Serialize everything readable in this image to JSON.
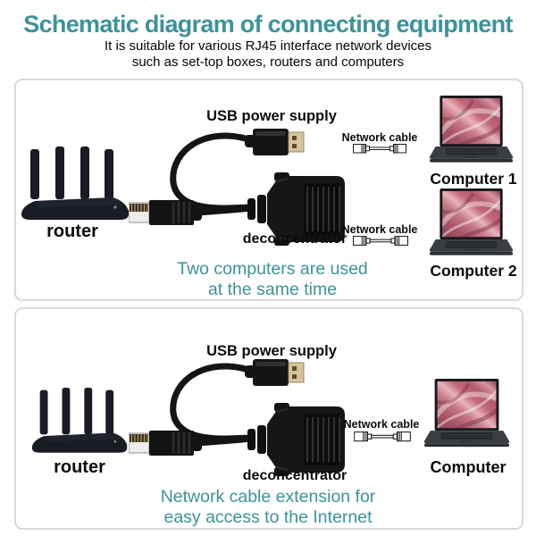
{
  "colors": {
    "accent_teal": "#3d929a",
    "text": "#111111",
    "panel_border": "#d9d9d9"
  },
  "header": {
    "title": "Schematic diagram of connecting equipment",
    "subtitle_line1": "It is suitable for various RJ45 interface network devices",
    "subtitle_line2": "such as set-top boxes, routers and computers"
  },
  "panel_two_computers": {
    "router_label": "router",
    "usb_label": "USB power supply",
    "deconcentrator_label": "deconcentrator",
    "network_cable_label_top": "Network cable",
    "network_cable_label_bottom": "Network cable",
    "computer1_label": "Computer 1",
    "computer2_label": "Computer 2",
    "caption_line1": "Two computers are used",
    "caption_line2": "at the same time"
  },
  "panel_one_computer": {
    "router_label": "router",
    "usb_label": "USB power supply",
    "deconcentrator_label": "deconcentrator",
    "network_cable_label": "Network cable",
    "computer_label": "Computer",
    "caption_line1": "Network cable extension for",
    "caption_line2": "easy access to the Internet"
  },
  "icons": {
    "router": "router-illustration",
    "laptop": "laptop-illustration",
    "splitter": "usb-rj45-splitter-illustration",
    "network_cable": "network-cable-icon"
  }
}
